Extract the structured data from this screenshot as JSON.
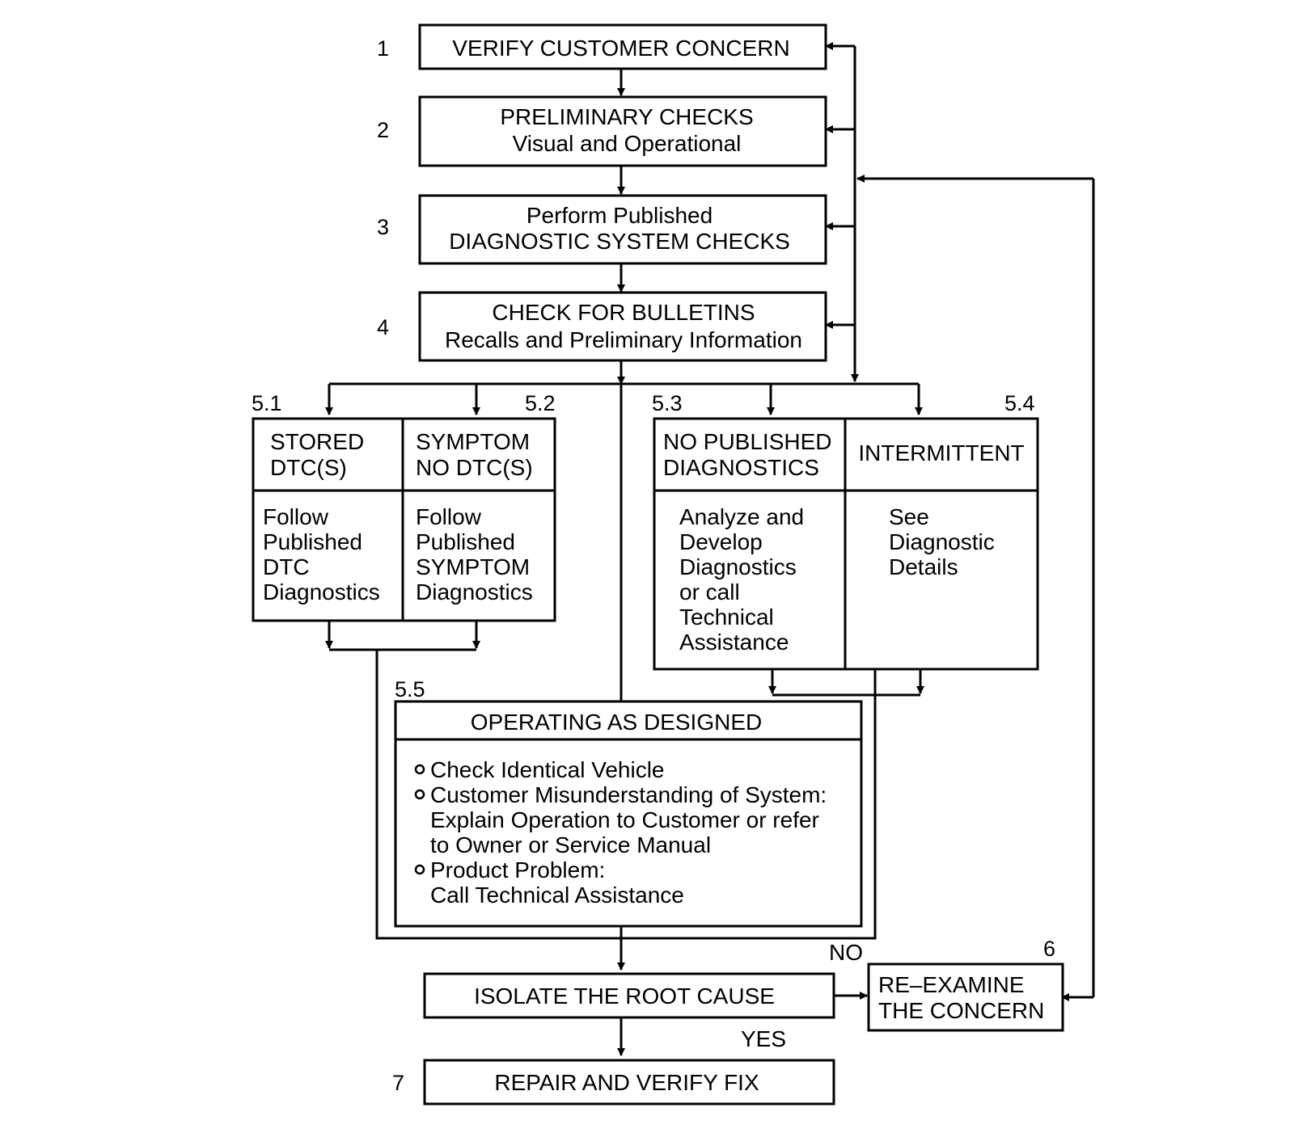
{
  "steps": {
    "s1": {
      "number": "1",
      "line1": "VERIFY CUSTOMER CONCERN"
    },
    "s2": {
      "number": "2",
      "line1": "PRELIMINARY CHECKS",
      "line2": "Visual and Operational"
    },
    "s3": {
      "number": "3",
      "line1": "Perform Published",
      "line2": "DIAGNOSTIC SYSTEM CHECKS"
    },
    "s4": {
      "number": "4",
      "line1": "CHECK FOR BULLETINS",
      "line2": "Recalls and Preliminary Information"
    },
    "s51": {
      "number": "5.1",
      "header": [
        "STORED",
        "DTC(S)"
      ],
      "body": [
        "Follow",
        "Published",
        "DTC",
        "Diagnostics"
      ]
    },
    "s52": {
      "number": "5.2",
      "header": [
        "SYMPTOM",
        "NO DTC(S)"
      ],
      "body": [
        "Follow",
        "Published",
        "SYMPTOM",
        "Diagnostics"
      ]
    },
    "s53": {
      "number": "5.3",
      "header": [
        "NO PUBLISHED",
        "DIAGNOSTICS"
      ],
      "body": [
        "Analyze and",
        "Develop",
        "Diagnostics",
        "or call",
        "Technical",
        "Assistance"
      ]
    },
    "s54": {
      "number": "5.4",
      "header": [
        "INTERMITTENT"
      ],
      "body": [
        "See",
        "Diagnostic",
        "Details"
      ]
    },
    "s55": {
      "number": "5.5",
      "header": "OPERATING AS DESIGNED",
      "bullets": [
        {
          "lines": [
            "Check Identical Vehicle"
          ]
        },
        {
          "lines": [
            "Customer Misunderstanding of System:",
            "Explain Operation to Customer or refer",
            "to Owner or Service Manual"
          ]
        },
        {
          "lines": [
            "Product Problem:",
            "Call Technical Assistance"
          ]
        }
      ]
    },
    "isolate": {
      "line1": "ISOLATE THE ROOT CAUSE"
    },
    "s6": {
      "number": "6",
      "line1": "RE–EXAMINE",
      "line2": "THE CONCERN"
    },
    "s7": {
      "number": "7",
      "line1": "REPAIR AND VERIFY FIX"
    }
  },
  "labels": {
    "no": "NO",
    "yes": "YES"
  }
}
